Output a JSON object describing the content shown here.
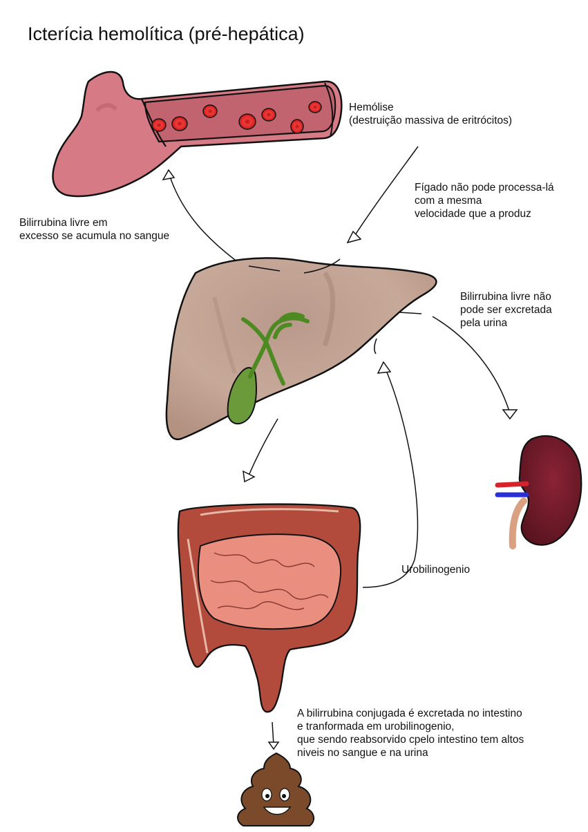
{
  "title": "Icterícia hemolítica (pré-hepática)",
  "labels": {
    "hemolise": "Hemólise\n(destruição massiva de eritrócitos)",
    "figado": "Fígado não pode processa-lá\ncom a mesma\n velocidade que a produz",
    "acumula": "Bilirrubina livre em\n excesso se acumula no sangue",
    "urina": "Bilirrubina livre não\npode ser excretada\npela urina",
    "urobilinogenio": "Urobilinogenio",
    "conjugada": "A bilirrubina conjugada é excretada no intestino\ne tranformada em urobilinogenio,\nque sendo reabsorvido cpelo intestino tem altos\nniveis no sangue e na urina"
  },
  "colors": {
    "vessel": "#d67b86",
    "blood_cell": "#e02a2a",
    "liver": "#c7a99a",
    "gallbladder": "#6a9a3a",
    "bile_duct": "#4e8a22",
    "colon": "#b24b3b",
    "small_intestine": "#ea8f80",
    "kidney": "#6e1a28",
    "artery": "#d6232b",
    "vein": "#2b2fd6",
    "ureter": "#d9a182",
    "poop": "#7a4a2a"
  }
}
